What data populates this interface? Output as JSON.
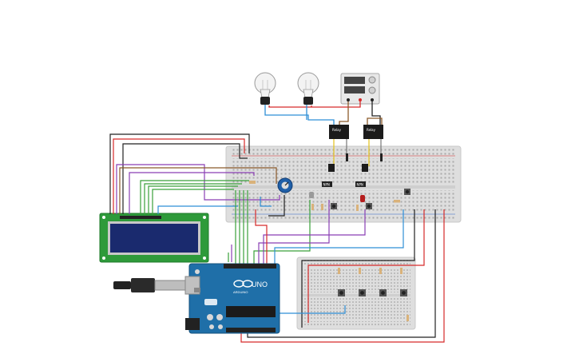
{
  "arduino": {
    "model": "UNO",
    "brand": "ARDUINO",
    "colors": {
      "board": "#1f6fa8",
      "header": "#222222",
      "chip": "#1b1b1b"
    }
  },
  "relays": [
    {
      "label": "Relay"
    },
    {
      "label": "Relay"
    }
  ],
  "transistor_labels": [
    "NPN",
    "NPN"
  ],
  "colors": {
    "wire_red": "#d62a2a",
    "wire_black": "#222222",
    "wire_green": "#3aa13a",
    "wire_purple": "#8a3fb5",
    "wire_blue": "#2f8fd6",
    "wire_brown": "#8b5a2b",
    "breadboard": "#dcdcdc",
    "lcd_board": "#2e9a3a",
    "lcd_screen": "#1a2a6e",
    "bulb_glass": "#f3f3f3",
    "bulb_base": "#222222"
  },
  "icons": {
    "bulb": "lightbulb-icon",
    "power_supply": "power-supply-icon",
    "potentiometer": "potentiometer-icon",
    "usb": "usb-plug-icon"
  }
}
